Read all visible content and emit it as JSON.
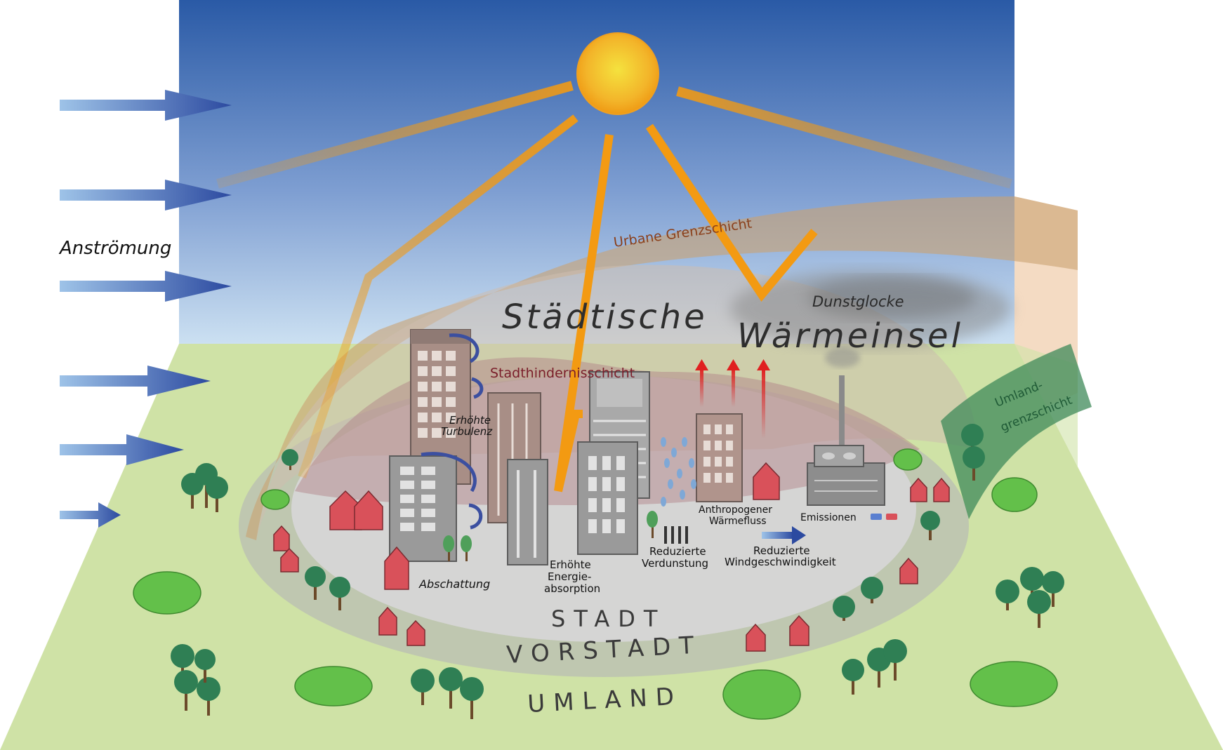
{
  "labels": {
    "inflow": "Anströmung",
    "urban_boundary_layer": "Urbane Grenzschicht",
    "haze_dome": "Dunstglocke",
    "heat_island_line1": "Städtische",
    "heat_island_line2": "Wärmeinsel",
    "canopy_layer": "Stadthindernisschicht",
    "rural_layer_line1": "Umland-",
    "rural_layer_line2": "grenzschicht",
    "turbulence_line1": "Erhöhte",
    "turbulence_line2": "Turbulenz",
    "shading": "Abschattung",
    "energy_line1": "Erhöhte",
    "energy_line2": "Energie-",
    "energy_line3": "absorption",
    "evaporation_line1": "Reduzierte",
    "evaporation_line2": "Verdunstung",
    "anthropogenic_line1": "Anthropogener",
    "anthropogenic_line2": "Wärmefluss",
    "emissions": "Emissionen",
    "wind_line1": "Reduzierte",
    "wind_line2": "Windgeschwindigkeit",
    "zone_city": "STADT",
    "zone_suburb": "VORSTADT",
    "zone_rural": "UMLAND"
  },
  "colors": {
    "sky_top": "#2a5aa6",
    "sky_bottom": "#cfe3f3",
    "ground": "#cfe2a6",
    "sun_core": "#f2d43a",
    "sun_ray": "#f39a12",
    "urban_layer": "#c9a272",
    "rural_layer": "#3f8a5a",
    "heat_arrow": "#e02020",
    "wind_arrow": "#2c4aa0",
    "house": "#d9515a",
    "tree": "#2f7f54",
    "building": "#9a9a9a"
  }
}
